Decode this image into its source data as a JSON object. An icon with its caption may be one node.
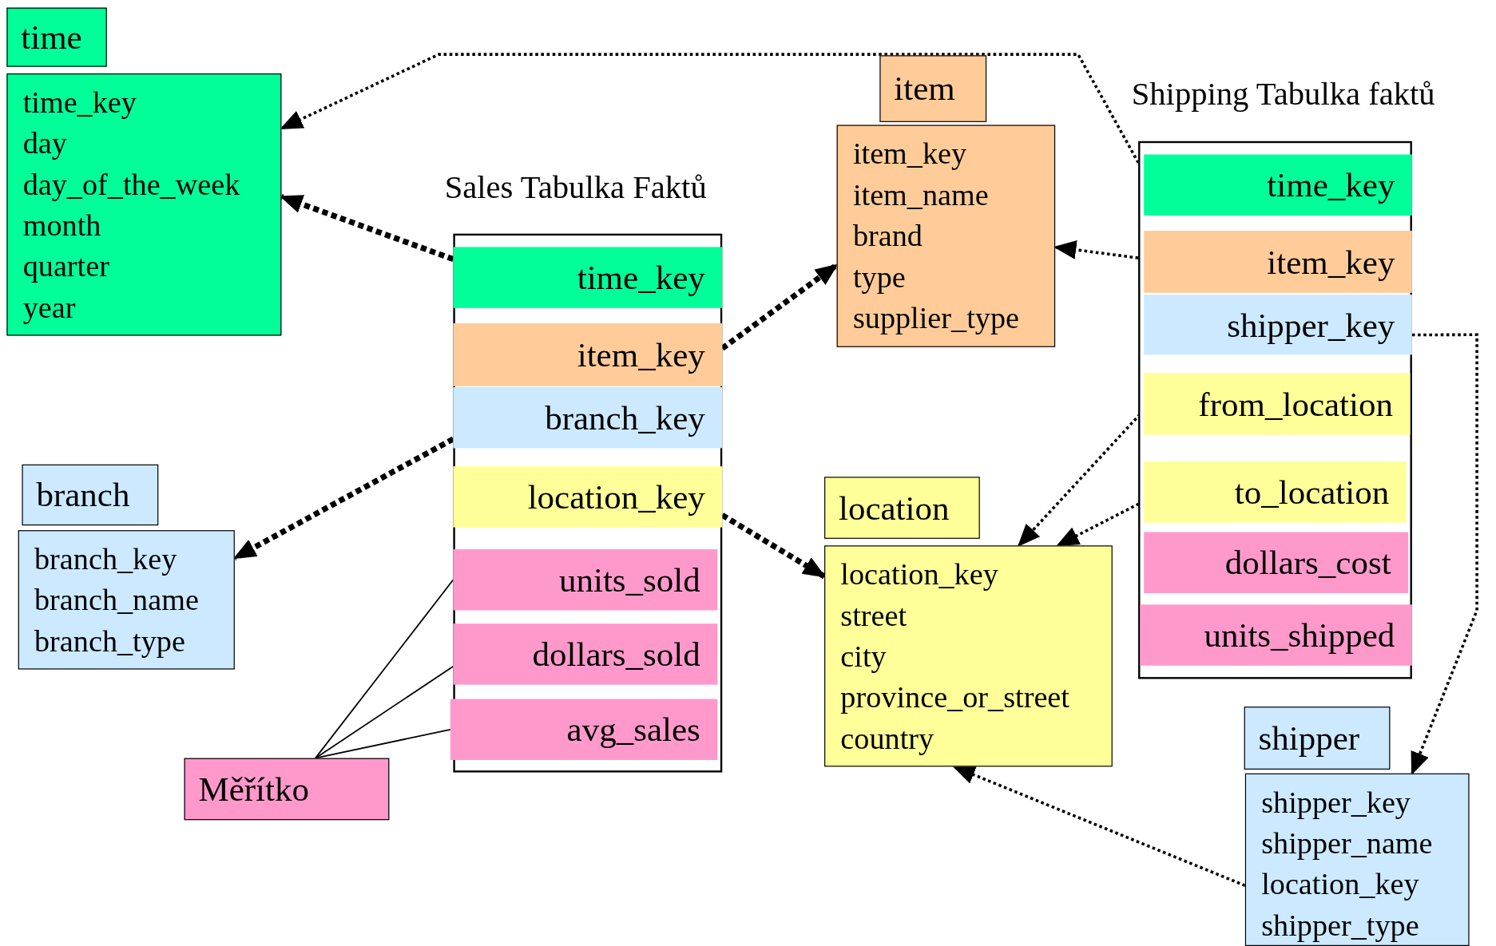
{
  "diagram": {
    "nodes": [
      {
        "text": [
          "time"
        ]
      },
      {
        "text": [
          "time_key",
          "day",
          "day_of_the_week",
          "month",
          "quarter",
          "year"
        ]
      },
      {
        "text": [
          "item"
        ]
      },
      {
        "text": [
          "item_key",
          "item_name",
          "brand",
          "type",
          "supplier_type"
        ]
      },
      {
        "text": [
          "Shipping Tabulka faktů"
        ]
      },
      {
        "text": [
          "time_key"
        ],
        "in": 4
      },
      {
        "text": [
          "item_key"
        ],
        "in": 4
      },
      {
        "text": [
          "shipper_key"
        ],
        "in": 4
      },
      {
        "text": [
          "from_location"
        ],
        "in": 4
      },
      {
        "text": [
          "to_location"
        ],
        "in": 4
      },
      {
        "text": [
          "dollars_cost"
        ],
        "in": 4
      },
      {
        "text": [
          "units_shipped"
        ],
        "in": 4
      },
      {
        "text": [
          "Sales Tabulka Faktů"
        ]
      },
      {
        "text": [
          "time_key"
        ],
        "in": 12
      },
      {
        "text": [
          "item_key"
        ],
        "in": 12
      },
      {
        "text": [
          "branch_key"
        ],
        "in": 12
      },
      {
        "text": [
          "location_key"
        ],
        "in": 12
      },
      {
        "text": [
          "units_sold"
        ],
        "in": 12
      },
      {
        "text": [
          "dollars_sold"
        ],
        "in": 12
      },
      {
        "text": [
          "avg_sales"
        ],
        "in": 12
      },
      {
        "text": [
          "branch"
        ]
      },
      {
        "text": [
          "branch_key",
          "branch_name",
          "branch_type"
        ]
      },
      {
        "text": [
          "location"
        ]
      },
      {
        "text": [
          "location_key",
          "street",
          "city",
          "province_or_street",
          "country"
        ]
      },
      {
        "text": [
          "Měřítko"
        ]
      },
      {
        "text": [
          "shipper"
        ]
      },
      {
        "text": [
          "shipper_key",
          "shipper_name",
          "location_key",
          "shipper_type"
        ]
      }
    ],
    "edges": [
      {
        "from": 13,
        "to": 1,
        "arrow": "to",
        "style": "dashed"
      },
      {
        "from": 14,
        "to": 3,
        "arrow": "to",
        "style": "dashed"
      },
      {
        "from": 15,
        "to": 21,
        "arrow": "to",
        "style": "dashed"
      },
      {
        "from": 16,
        "to": 23,
        "arrow": "to",
        "style": "dashed"
      },
      {
        "from": 5,
        "to": 1,
        "arrow": "to",
        "style": "dashed"
      },
      {
        "from": 6,
        "to": 3,
        "arrow": "to",
        "style": "dashed"
      },
      {
        "from": 7,
        "to": 26,
        "arrow": "to",
        "style": "dashed"
      },
      {
        "from": 8,
        "to": 23,
        "arrow": "to",
        "style": "dashed"
      },
      {
        "from": 9,
        "to": 23,
        "arrow": "to",
        "style": "dashed"
      },
      {
        "from": 26,
        "to": 23,
        "arrow": "to",
        "style": "dashed"
      },
      {
        "from": 24,
        "to": 17,
        "arrow": "none"
      },
      {
        "from": 24,
        "to": 18,
        "arrow": "none"
      },
      {
        "from": 24,
        "to": 19,
        "arrow": "none"
      }
    ]
  }
}
